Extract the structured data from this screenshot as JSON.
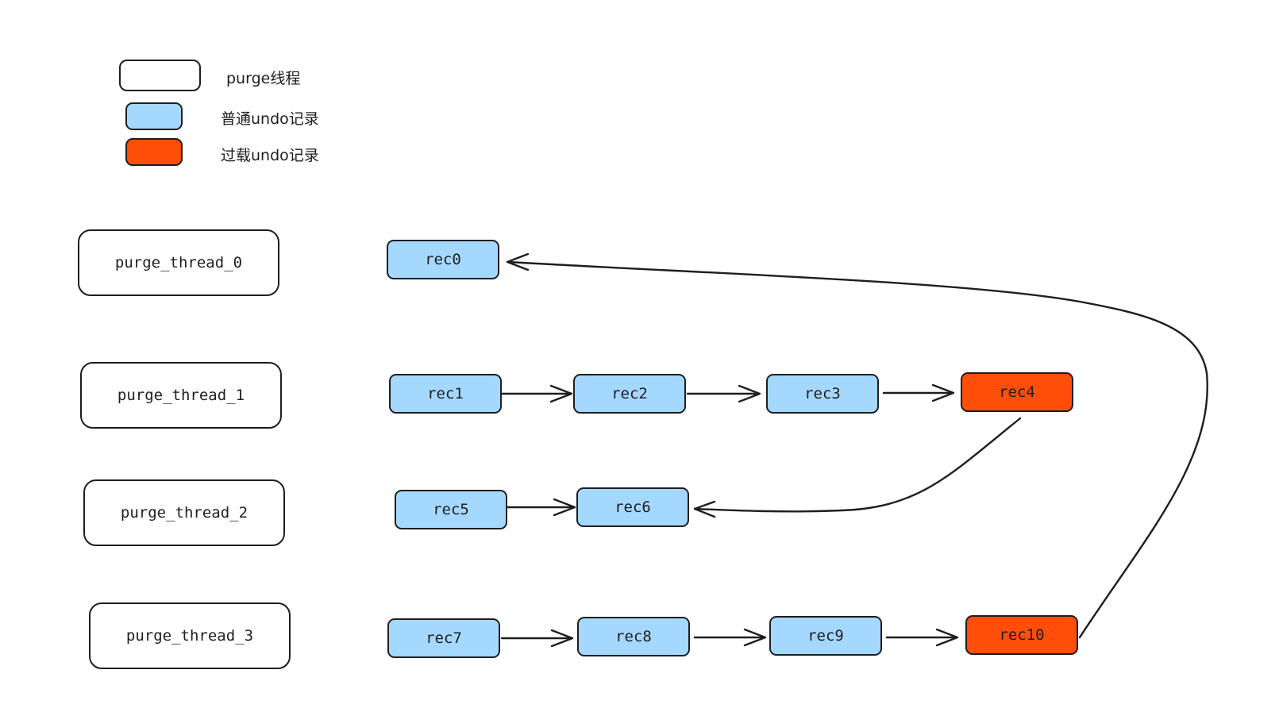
{
  "colors": {
    "stroke": "#1e1e1e",
    "normal_record": "#a5d8ff",
    "overload_record": "#ff4d0a",
    "thread_fill": "#ffffff"
  },
  "legend": [
    {
      "label": "purge线程",
      "style": "thread"
    },
    {
      "label": "普通undo记录",
      "style": "normal"
    },
    {
      "label": "过载undo记录",
      "style": "overload"
    }
  ],
  "threads": [
    "purge_thread_0",
    "purge_thread_1",
    "purge_thread_2",
    "purge_thread_3"
  ],
  "records": [
    {
      "id": "rec0",
      "style": "normal"
    },
    {
      "id": "rec1",
      "style": "normal"
    },
    {
      "id": "rec2",
      "style": "normal"
    },
    {
      "id": "rec3",
      "style": "normal"
    },
    {
      "id": "rec4",
      "style": "overload"
    },
    {
      "id": "rec5",
      "style": "normal"
    },
    {
      "id": "rec6",
      "style": "normal"
    },
    {
      "id": "rec7",
      "style": "normal"
    },
    {
      "id": "rec8",
      "style": "normal"
    },
    {
      "id": "rec9",
      "style": "normal"
    },
    {
      "id": "rec10",
      "style": "overload"
    }
  ],
  "arrows": [
    {
      "from": "rec1",
      "to": "rec2"
    },
    {
      "from": "rec2",
      "to": "rec3"
    },
    {
      "from": "rec3",
      "to": "rec4"
    },
    {
      "from": "rec4",
      "to": "rec6"
    },
    {
      "from": "rec5",
      "to": "rec6"
    },
    {
      "from": "rec7",
      "to": "rec8"
    },
    {
      "from": "rec8",
      "to": "rec9"
    },
    {
      "from": "rec9",
      "to": "rec10"
    },
    {
      "from": "rec10",
      "to": "rec0"
    }
  ]
}
